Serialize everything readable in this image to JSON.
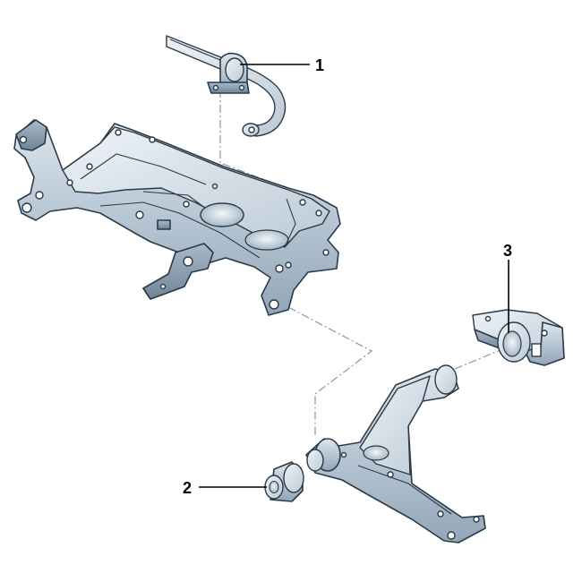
{
  "callouts": [
    {
      "id": "1",
      "label": "1"
    },
    {
      "id": "2",
      "label": "2"
    },
    {
      "id": "3",
      "label": "3"
    }
  ],
  "colors": {
    "background": "#ffffff",
    "part_light": "#dce6ee",
    "part_mid": "#b3c3d1",
    "part_dark": "#7f93a5",
    "outline": "#2c3a48",
    "assembly_line": "#8a96a2",
    "callout_text": "#000000"
  }
}
